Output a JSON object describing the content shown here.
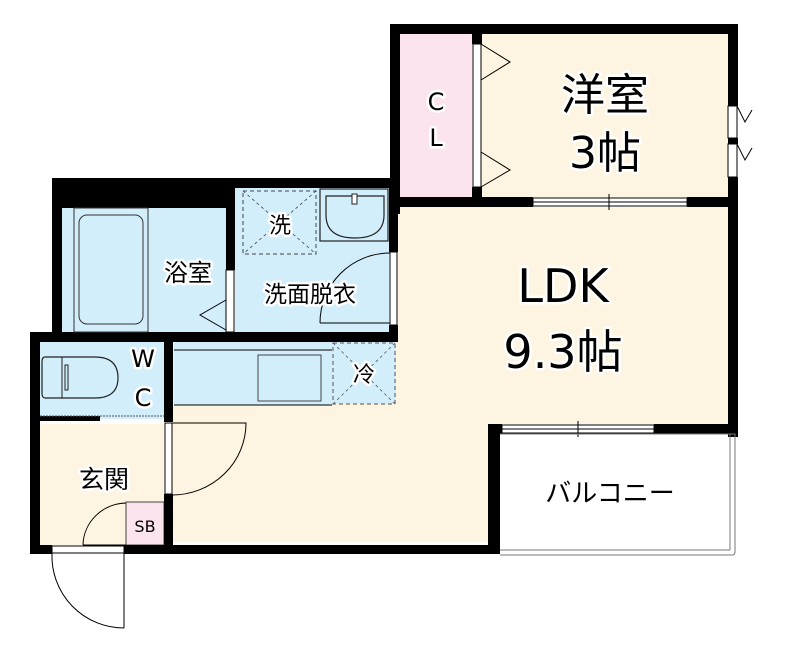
{
  "floorplan": {
    "colors": {
      "wall": "#000000",
      "living_floor": "#fdf4e1",
      "wet_area": "#d3eefb",
      "storage": "#fbe4ee",
      "balcony": "#ffffff",
      "fixture_line": "#333333"
    },
    "rooms": {
      "western_room": {
        "name": "洋室",
        "size": "3帖"
      },
      "closet": {
        "line1": "C",
        "line2": "L"
      },
      "ldk": {
        "name": "LDK",
        "size": "9.3帖"
      },
      "bathroom": {
        "name": "浴室"
      },
      "washroom": {
        "name": "洗面脱衣"
      },
      "washer": {
        "name": "洗"
      },
      "toilet": {
        "line1": "W",
        "line2": "C"
      },
      "fridge": {
        "name": "冷"
      },
      "entrance": {
        "name": "玄関"
      },
      "shoe_box": {
        "name": "SB"
      },
      "balcony": {
        "name": "バルコニー"
      }
    }
  }
}
